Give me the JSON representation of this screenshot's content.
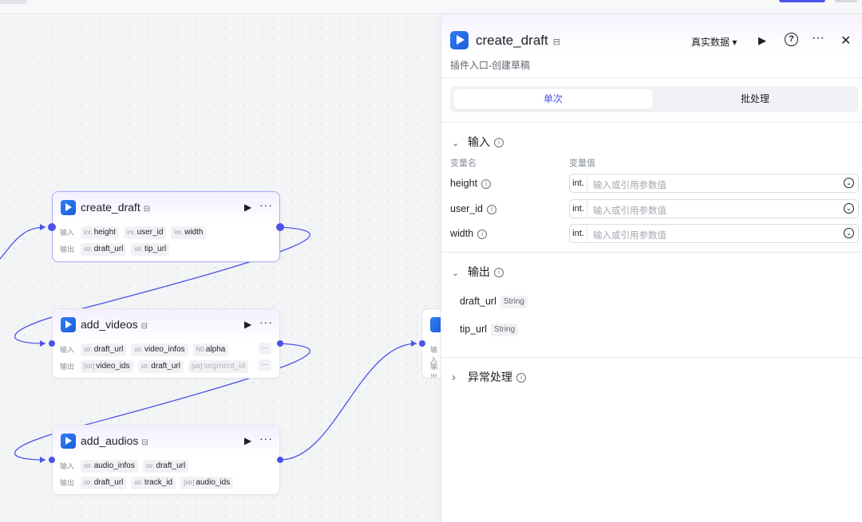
{
  "nodes": [
    {
      "title": "create_draft",
      "input_label": "输入",
      "output_label": "输出",
      "inputs": [
        {
          "type": "int.",
          "name": "height"
        },
        {
          "type": "int.",
          "name": "user_id"
        },
        {
          "type": "int.",
          "name": "width"
        }
      ],
      "outputs": [
        {
          "type": "str.",
          "name": "draft_url"
        },
        {
          "type": "str.",
          "name": "tip_url"
        }
      ]
    },
    {
      "title": "add_videos",
      "input_label": "输入",
      "output_label": "输出",
      "inputs": [
        {
          "type": "str.",
          "name": "draft_url"
        },
        {
          "type": "str.",
          "name": "video_infos"
        },
        {
          "type": "N0",
          "name": "alpha"
        }
      ],
      "outputs": [
        {
          "type": "[str]",
          "name": "video_ids"
        },
        {
          "type": "str.",
          "name": "draft_url"
        },
        {
          "type": "[str]",
          "name": "segment_id"
        }
      ],
      "overflow": "···"
    },
    {
      "title": "add_audios",
      "input_label": "输入",
      "output_label": "输出",
      "inputs": [
        {
          "type": "str.",
          "name": "audio_infos"
        },
        {
          "type": "str.",
          "name": "draft_url"
        }
      ],
      "outputs": [
        {
          "type": "str.",
          "name": "draft_url"
        },
        {
          "type": "str.",
          "name": "track_id"
        },
        {
          "type": "[str]",
          "name": "audio_ids"
        }
      ]
    }
  ],
  "stub_node": {
    "in": "输入",
    "out": "输出"
  },
  "panel": {
    "title": "create_draft",
    "subtitle": "插件入口-创建草稿",
    "data_mode": "真实数据 ▾",
    "tabs": {
      "single": "单次",
      "batch": "批处理"
    },
    "input_section": "输入",
    "col_name": "变量名",
    "col_value": "变量值",
    "params": [
      {
        "name": "height",
        "type": "int.",
        "placeholder": "输入或引用参数值"
      },
      {
        "name": "user_id",
        "type": "int.",
        "placeholder": "输入或引用参数值"
      },
      {
        "name": "width",
        "type": "int.",
        "placeholder": "输入或引用参数值"
      }
    ],
    "output_section": "输出",
    "outputs": [
      {
        "name": "draft_url",
        "type": "String"
      },
      {
        "name": "tip_url",
        "type": "String"
      }
    ],
    "error_section": "异常处理"
  },
  "icons": {
    "run": "▶",
    "more": "···",
    "help": "?",
    "close": "✕",
    "expand": "⌄",
    "collapse": "›",
    "info": "i",
    "plugin_badge": "⊟"
  },
  "colors": {
    "accent": "#4d53e8",
    "edge": "#4d53e8"
  }
}
